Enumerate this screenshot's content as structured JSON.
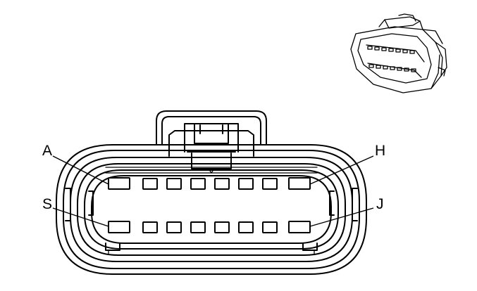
{
  "labels": {
    "a": "A",
    "h": "H",
    "s": "S",
    "j": "J"
  },
  "colors": {
    "line": "#000000",
    "background": "#ffffff"
  }
}
